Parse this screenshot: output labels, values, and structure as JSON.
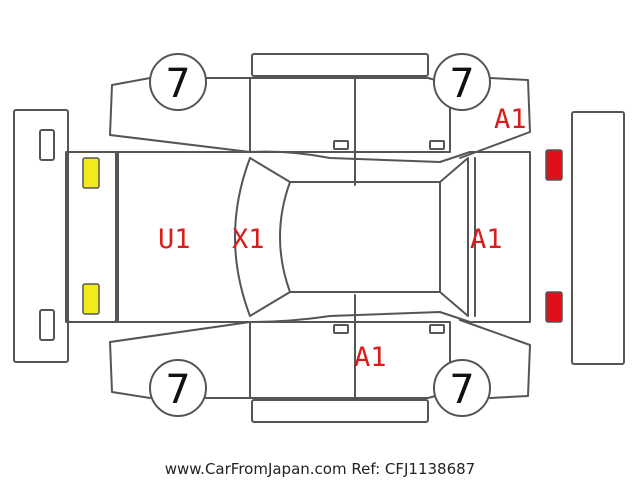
{
  "colors": {
    "outline": "#555555",
    "damage_code": "#d81c1c",
    "headlight": "#f2ea1a",
    "taillight": "#e0101b"
  },
  "tires": {
    "front_left": "7",
    "rear_left": "7",
    "front_right": "7",
    "rear_right": "7"
  },
  "damage_codes": {
    "hood": "U1",
    "windshield": "X1",
    "rear_right_fender": "A1",
    "roof_rear": "A1",
    "left_rear_door": "A1"
  },
  "footer": {
    "source_text": "www.CarFromJapan.com Ref: CFJ1138687"
  }
}
